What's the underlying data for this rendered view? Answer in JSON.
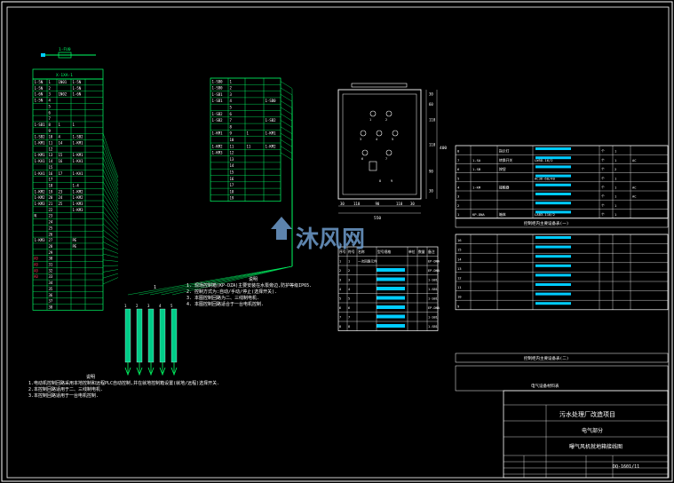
{
  "sheet": {
    "bg": "#000000",
    "frame_color": "#ffffff",
    "line_color": "#00ff66"
  },
  "watermark": {
    "text": "沐风网",
    "color": "#6e9ccc"
  },
  "terminal_block_1": {
    "bus_label": "1-FU0",
    "header": "X-1XA-1",
    "rows": [
      [
        "1-5N",
        "1",
        "1N01",
        "1-5N"
      ],
      [
        "1-5N",
        "2",
        "",
        "1-5N"
      ],
      [
        "1-6N",
        "3",
        "1N02",
        "1-6N"
      ],
      [
        "1-5N",
        "4",
        "",
        ""
      ],
      [
        "",
        "5",
        "",
        ""
      ],
      [
        "",
        "6",
        "",
        ""
      ],
      [
        "",
        "7",
        "",
        ""
      ],
      [
        "1-SB1",
        "8",
        "1",
        "1"
      ],
      [
        "",
        "9",
        "",
        ""
      ],
      [
        "1-SB2",
        "10",
        "4",
        "1-SB2"
      ],
      [
        "1-KM1",
        "11",
        "14",
        "1-KM1"
      ],
      [
        "",
        "12",
        "",
        ""
      ],
      [
        "1-KM1",
        "13",
        "15",
        "1-KM1"
      ],
      [
        "1-KA1",
        "14",
        "16",
        "1-KA1"
      ],
      [
        "",
        "15",
        "",
        ""
      ],
      [
        "1-KA1",
        "16",
        "17",
        "1-KA1"
      ],
      [
        "",
        "17",
        "",
        ""
      ],
      [
        "",
        "18",
        "",
        "1-4"
      ],
      [
        "1-KM2",
        "19",
        "23",
        "1-KM2"
      ],
      [
        "1-KM2",
        "20",
        "24",
        "1-KM2"
      ],
      [
        "1-KM3",
        "21",
        "25",
        "1-KM3"
      ],
      [
        "",
        "22",
        "",
        "1-KM3"
      ],
      [
        "N",
        "23",
        "",
        ""
      ],
      [
        "",
        "24",
        "",
        ""
      ],
      [
        "",
        "25",
        "",
        ""
      ],
      [
        "",
        "26",
        "",
        ""
      ],
      [
        "1-KM3",
        "27",
        "",
        "PE"
      ],
      [
        "",
        "28",
        "",
        "PE"
      ],
      [
        "",
        "29",
        "",
        ""
      ],
      [
        "",
        "30",
        "",
        ""
      ],
      [
        "",
        "31",
        "",
        ""
      ],
      [
        "",
        "32",
        "",
        ""
      ],
      [
        "",
        "33",
        "",
        ""
      ],
      [
        "",
        "34",
        "",
        ""
      ],
      [
        "",
        "35",
        "",
        ""
      ],
      [
        "",
        "36",
        "",
        ""
      ],
      [
        "",
        "37",
        "",
        ""
      ],
      [
        "",
        "38",
        "",
        ""
      ]
    ],
    "red_labels": [
      "A0",
      "A0",
      "A0",
      "A0"
    ]
  },
  "terminal_block_2": {
    "rows": [
      [
        "1-SB0",
        "1",
        "",
        ""
      ],
      [
        "1-SB0",
        "2",
        "",
        ""
      ],
      [
        "1-SB1",
        "3",
        "",
        ""
      ],
      [
        "1-SB1",
        "4",
        "",
        "1-SB0"
      ],
      [
        "",
        "5",
        "",
        ""
      ],
      [
        "1-SB2",
        "6",
        "",
        ""
      ],
      [
        "1-SB2",
        "7",
        "",
        "1-SB2"
      ],
      [
        "",
        "8",
        "",
        ""
      ],
      [
        "1-KM1",
        "9",
        "1",
        "1-KM1"
      ],
      [
        "",
        "10",
        "",
        ""
      ],
      [
        "1-KM2",
        "11",
        "11",
        "1-KM2"
      ],
      [
        "1-KM3",
        "12",
        "",
        ""
      ],
      [
        "",
        "13",
        "",
        ""
      ],
      [
        "",
        "14",
        "",
        ""
      ],
      [
        "",
        "15",
        "",
        ""
      ],
      [
        "",
        "16",
        "",
        ""
      ],
      [
        "",
        "17",
        "",
        ""
      ],
      [
        "",
        "18",
        "",
        ""
      ],
      [
        "",
        "19",
        "",
        ""
      ]
    ]
  },
  "cable_labels": [
    "1",
    "2",
    "3",
    "4",
    "5"
  ],
  "note_middle": {
    "title": "说明",
    "lines": [
      "1. 现场控制箱(KP-DZA)主要安装在水泵旁边,防护等级IP65.",
      "2. 控制方式为:自动/手动/停止(选择开关).",
      "3. 本图控制回路为二、三线制电机.",
      "4. 本图控制回路适合于一台电机控制."
    ]
  },
  "note_left": {
    "title": "说明",
    "lines": [
      "1.电动机控制回路采用本地控制和远程PLC自动控制,并在就地控制箱设置(就地/远程)选择开关.",
      "2.本控制回路适用于二、三线制电机.",
      "3.本控制回路适用于一台电机控制."
    ]
  },
  "panel_front": {
    "dims_bottom": [
      "30",
      "110",
      "90",
      "110",
      "30"
    ],
    "dim_total": "550",
    "dims_right": [
      "30",
      "60",
      "110",
      "110",
      "90",
      "30"
    ],
    "dim_height": "400",
    "parts": [
      "1",
      "2",
      "3",
      "4",
      "5",
      "6",
      "7",
      "8",
      "9"
    ]
  },
  "component_table": {
    "header": [
      "序号",
      "符号",
      "名称",
      "型号规格",
      "单位",
      "数量",
      "备注"
    ],
    "rows": [
      [
        "1",
        "1",
        "一次回路元件",
        "",
        "",
        "",
        "EP-DNA"
      ],
      [
        "2",
        "2",
        "",
        "",
        "",
        "",
        "EP-DNA"
      ],
      [
        "3",
        "3",
        "",
        "",
        "",
        "",
        "1-SB1"
      ],
      [
        "4",
        "4",
        "",
        "",
        "",
        "",
        "1-SB1"
      ],
      [
        "5",
        "5",
        "",
        "",
        "",
        "",
        "1-SB1"
      ],
      [
        "6",
        "6",
        "",
        "",
        "",
        "",
        "EP-DNA"
      ],
      [
        "7",
        "7",
        "",
        "",
        "",
        "",
        "1-SB1"
      ],
      [
        "8",
        "8",
        "",
        "",
        "",
        "",
        "1-SB1"
      ]
    ]
  },
  "bom_top": {
    "rows": [
      [
        "8",
        "",
        "指示灯",
        "",
        "个",
        "1",
        ""
      ],
      [
        "7",
        "1-SA",
        "转换开关",
        "LW5D-16/2",
        "个",
        "1",
        "AC"
      ],
      [
        "6",
        "1-SB",
        "按钮",
        "",
        "个",
        "2",
        ""
      ],
      [
        "5",
        "",
        "",
        "AC36-60/40",
        "个",
        "1",
        ""
      ],
      [
        "4",
        "1-KM",
        "接触器",
        "",
        "个",
        "1",
        "AC"
      ],
      [
        "3",
        "",
        "",
        "",
        "个",
        "1",
        "AC"
      ],
      [
        "2",
        "",
        "",
        "",
        "个",
        "1",
        ""
      ],
      [
        "1",
        "KP-DNA",
        "箱体",
        "LAB3-110/2",
        "个",
        "1",
        ""
      ]
    ],
    "title": "控制柜内主要设备表(一)"
  },
  "bom_bottom": {
    "rows": [
      [
        "16",
        "",
        "",
        "",
        "",
        "",
        ""
      ],
      [
        "15",
        "",
        "",
        "",
        "",
        "",
        ""
      ],
      [
        "14",
        "",
        "",
        "",
        "",
        "",
        ""
      ],
      [
        "13",
        "",
        "",
        "",
        "",
        "",
        ""
      ],
      [
        "12",
        "",
        "",
        "",
        "",
        "",
        ""
      ],
      [
        "11",
        "",
        "",
        "",
        "",
        "",
        ""
      ],
      [
        "10",
        "",
        "",
        "",
        "",
        "",
        ""
      ],
      [
        "9",
        "",
        "",
        "",
        "",
        "",
        ""
      ]
    ],
    "title": "控制柜内主要设备表(二)",
    "footer": "电气设备材料表"
  },
  "title_block": {
    "project": "污水处理厂改造项目",
    "discipline": "电气部分",
    "drawing_name": "曝气风机就地箱接线图",
    "drawing_no": "DQ-1601/11"
  }
}
